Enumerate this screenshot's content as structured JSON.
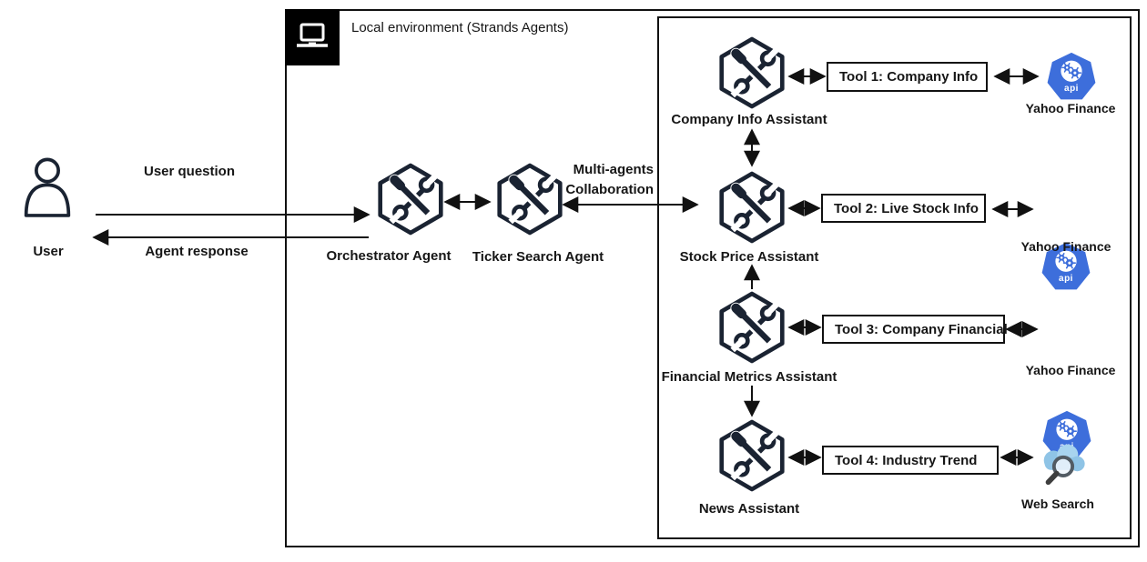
{
  "title": "Local environment (Strands Agents)",
  "user": {
    "label": "User",
    "question": "User question",
    "response": "Agent response"
  },
  "agents": {
    "orchestrator": "Orchestrator Agent",
    "ticker": "Ticker Search Agent"
  },
  "collaboration": {
    "line1": "Multi-agents",
    "line2": "Collaboration"
  },
  "assistants": [
    {
      "name": "Company Info Assistant",
      "tool": "Tool 1: Company Info",
      "service": "Yahoo Finance"
    },
    {
      "name": "Stock Price Assistant",
      "tool": "Tool 2: Live Stock Info",
      "service": "Yahoo Finance"
    },
    {
      "name": "Financial Metrics Assistant",
      "tool": "Tool 3: Company Financial",
      "service": "Yahoo Finance"
    },
    {
      "name": "News Assistant",
      "tool": "Tool 4: Industry Trend",
      "service": "Web Search"
    }
  ],
  "api_badge": "api",
  "colors": {
    "line": "#111111",
    "icon_dark": "#1a2332",
    "api_blue": "#3d6edb",
    "cloud_blue": "#8fc4e6"
  }
}
